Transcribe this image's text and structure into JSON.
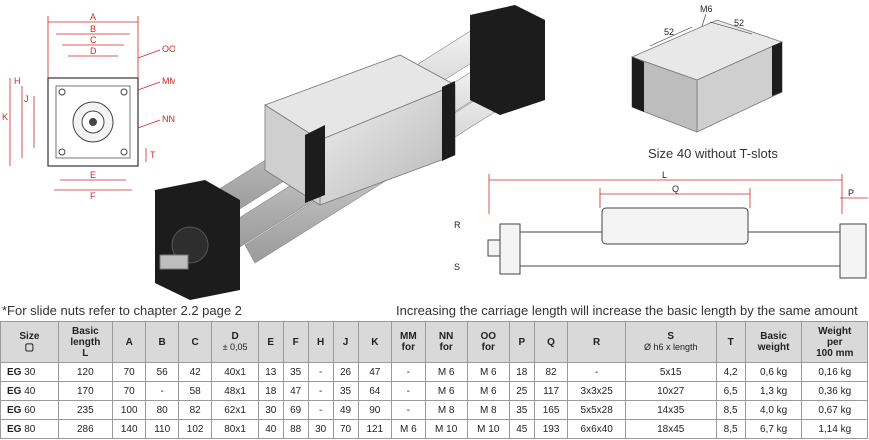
{
  "section_drawing": {
    "labels": [
      "A",
      "B",
      "C",
      "D",
      "OO*",
      "MM*",
      "NN*",
      "J",
      "K",
      "H",
      "E",
      "F",
      "T"
    ]
  },
  "carriage_view": {
    "dims": [
      "52",
      "M6",
      "52"
    ],
    "caption": "Size 40 without T-slots"
  },
  "side_view": {
    "labels": [
      "L",
      "Q",
      "P",
      "R",
      "S"
    ]
  },
  "notes": {
    "slide_nuts": "*For slide nuts refer to chapter 2.2 page 2",
    "carriage_length": "Increasing the carriage length will increase the basic length by the same amount"
  },
  "table": {
    "headers": [
      {
        "l1": "Size",
        "l2": "▢"
      },
      {
        "l1": "Basic",
        "l2": "length",
        "l3": "L"
      },
      {
        "l1": "A"
      },
      {
        "l1": "B"
      },
      {
        "l1": "C"
      },
      {
        "l1": "D",
        "l2": "± 0,05"
      },
      {
        "l1": "E"
      },
      {
        "l1": "F"
      },
      {
        "l1": "H"
      },
      {
        "l1": "J"
      },
      {
        "l1": "K"
      },
      {
        "l1": "MM",
        "l2": "for"
      },
      {
        "l1": "NN",
        "l2": "for"
      },
      {
        "l1": "OO",
        "l2": "for"
      },
      {
        "l1": "P"
      },
      {
        "l1": "Q"
      },
      {
        "l1": "R"
      },
      {
        "l1": "S",
        "l2": "Ø h6 x length"
      },
      {
        "l1": "T"
      },
      {
        "l1": "Basic",
        "l2": "weight"
      },
      {
        "l1": "Weight",
        "l2": "per",
        "l3": "100 mm"
      }
    ],
    "rows": [
      {
        "code": "EG",
        "size": "30",
        "cells": [
          "120",
          "70",
          "56",
          "42",
          "40x1",
          "13",
          "35",
          "-",
          "26",
          "47",
          "-",
          "M 6",
          "M 6",
          "18",
          "82",
          "-",
          "5x15",
          "4,2",
          "0,6 kg",
          "0,16 kg"
        ]
      },
      {
        "code": "EG",
        "size": "40",
        "cells": [
          "170",
          "70",
          "-",
          "58",
          "48x1",
          "18",
          "47",
          "-",
          "35",
          "64",
          "-",
          "M 6",
          "M 6",
          "25",
          "117",
          "3x3x25",
          "10x27",
          "6,5",
          "1,3 kg",
          "0,36 kg"
        ]
      },
      {
        "code": "EG",
        "size": "60",
        "cells": [
          "235",
          "100",
          "80",
          "82",
          "62x1",
          "30",
          "69",
          "-",
          "49",
          "90",
          "-",
          "M 8",
          "M 8",
          "35",
          "165",
          "5x5x28",
          "14x35",
          "8,5",
          "4,0 kg",
          "0,67 kg"
        ]
      },
      {
        "code": "EG",
        "size": "80",
        "cells": [
          "286",
          "140",
          "110",
          "102",
          "80x1",
          "40",
          "88",
          "30",
          "70",
          "121",
          "M 6",
          "M 10",
          "M 10",
          "45",
          "193",
          "6x6x40",
          "18x45",
          "8,5",
          "6,7 kg",
          "1,14 kg"
        ]
      }
    ]
  },
  "colors": {
    "dimension_red": "#cc2a2a",
    "header_gray": "#d9d9d9",
    "block_black": "#1c1c1c"
  }
}
